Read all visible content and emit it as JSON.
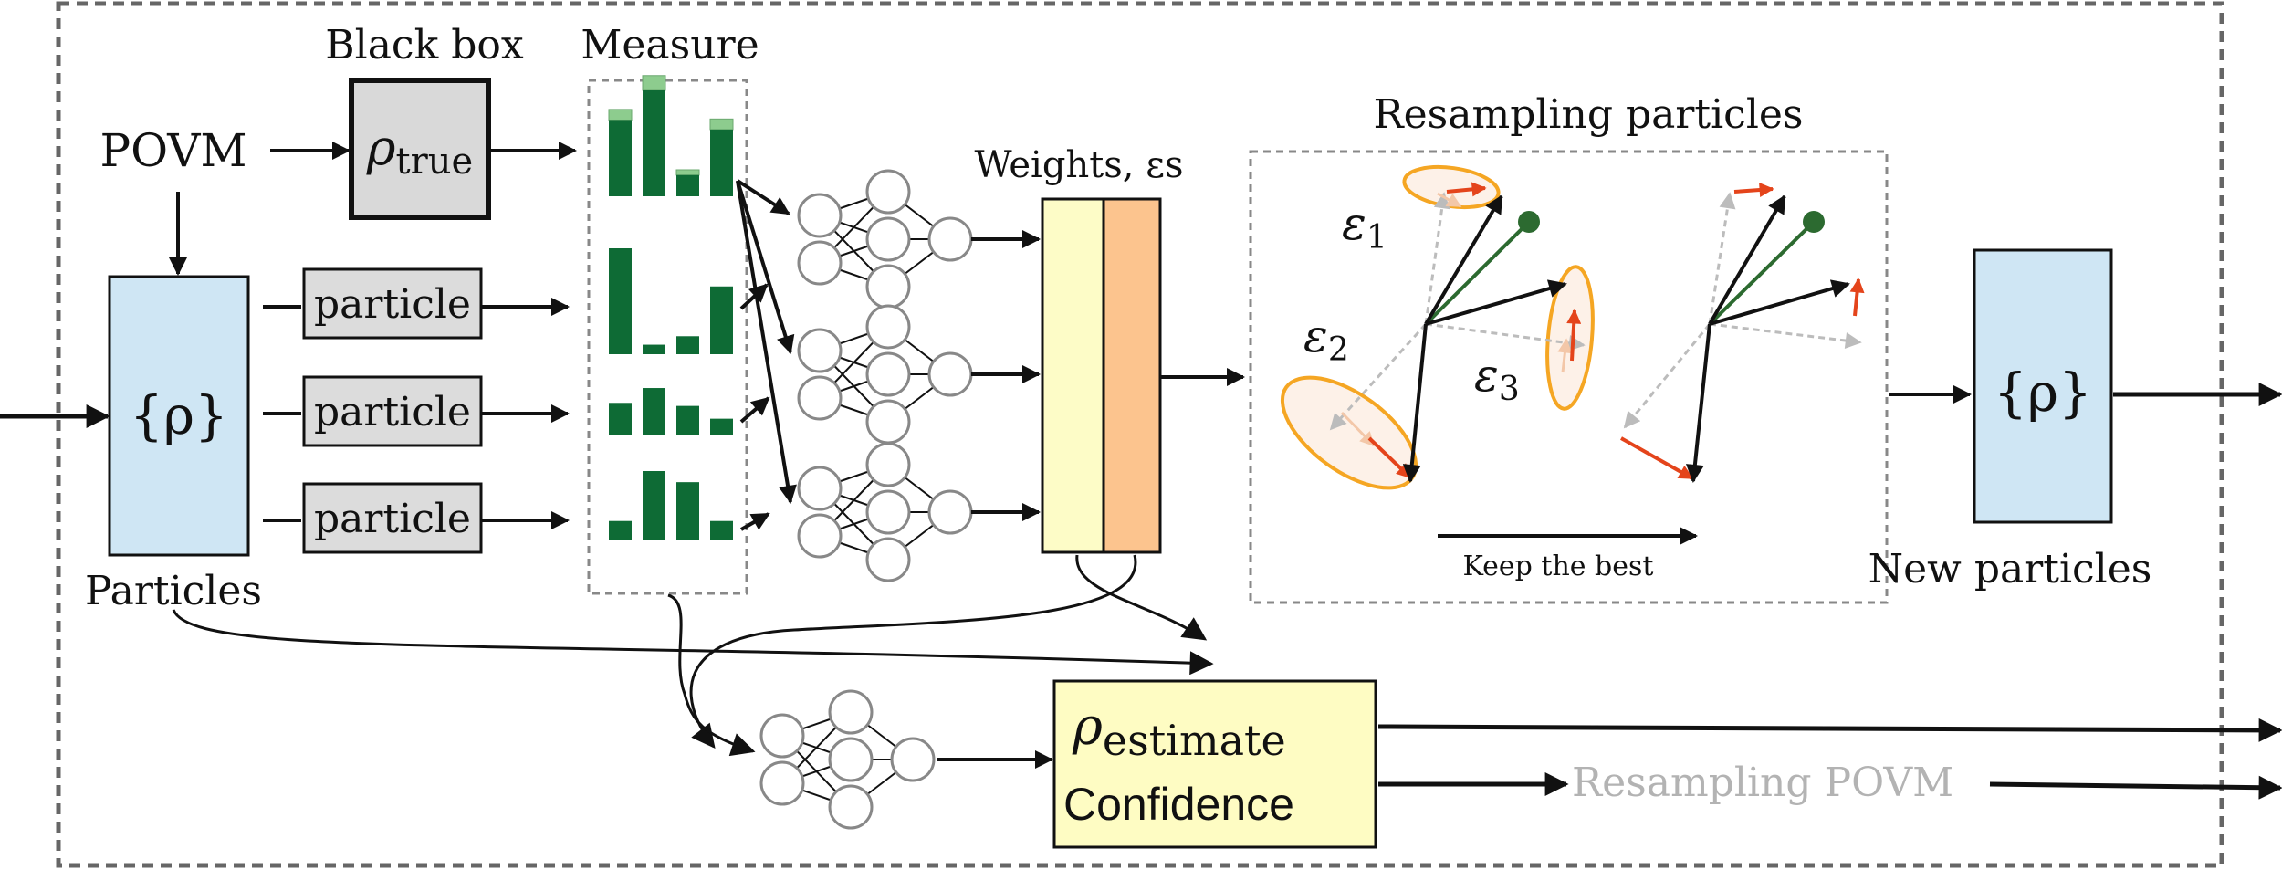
{
  "labels": {
    "black_box": "Black box",
    "measure": "Measure",
    "povm": "POVM",
    "rho_true_base": "ρ",
    "rho_true_sub": "true",
    "particles_set": "{ρ}",
    "particles_label": "Particles",
    "particle": "particle",
    "weights": "Weights, εs",
    "resampling_particles": "Resampling particles",
    "eps1_base": "ε",
    "eps1_sub": "1",
    "eps2_base": "ε",
    "eps2_sub": "2",
    "eps3_base": "ε",
    "eps3_sub": "3",
    "keep_best": "Keep the best",
    "new_set": "{ρ}",
    "new_particles": "New particles",
    "rho_estimate_base": "ρ",
    "rho_estimate_sub": "estimate",
    "confidence": "Confidence",
    "resampling_povm": "Resampling POVM"
  },
  "colors": {
    "histogram_dark": "#0e6b35",
    "histogram_light": "#8dcc8e",
    "particle_box": "#dcdcdc",
    "set_box": "#cfe6f4",
    "weight_yellow": "#fdfcc7",
    "weight_orange": "#fcc48e",
    "estimate_box": "#fefcc3",
    "ellipse": "#f5a623",
    "red_arrow": "#e4441b",
    "green_vector": "#2c6a30",
    "grey_arrow": "#bcbcbc",
    "faded_text": "#b3b3b3"
  },
  "histograms": [
    {
      "id": "true",
      "dark": [
        0.72,
        1.0,
        0.2,
        0.63
      ],
      "light": [
        0.1,
        0.14,
        0.05,
        0.1
      ]
    },
    {
      "id": "p1",
      "dark": [
        1.0,
        0.09,
        0.17,
        0.64
      ],
      "light": [
        0,
        0,
        0,
        0
      ]
    },
    {
      "id": "p2",
      "dark": [
        0.62,
        0.91,
        0.56,
        0.31
      ],
      "light": [
        0,
        0,
        0,
        0
      ]
    },
    {
      "id": "p3",
      "dark": [
        0.28,
        1.0,
        0.84,
        0.28
      ],
      "light": [
        0,
        0,
        0,
        0
      ]
    }
  ]
}
